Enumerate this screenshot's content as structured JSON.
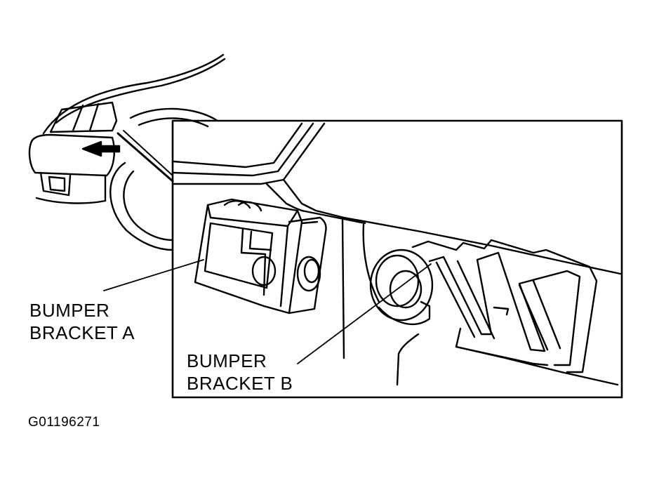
{
  "labels": {
    "bracket_a_line1": "BUMPER",
    "bracket_a_line2": "BRACKET A",
    "bracket_b_line1": "BUMPER",
    "bracket_b_line2": "BRACKET B"
  },
  "figure_id": "G01196271",
  "colors": {
    "ink": "#000000",
    "background": "#ffffff"
  }
}
